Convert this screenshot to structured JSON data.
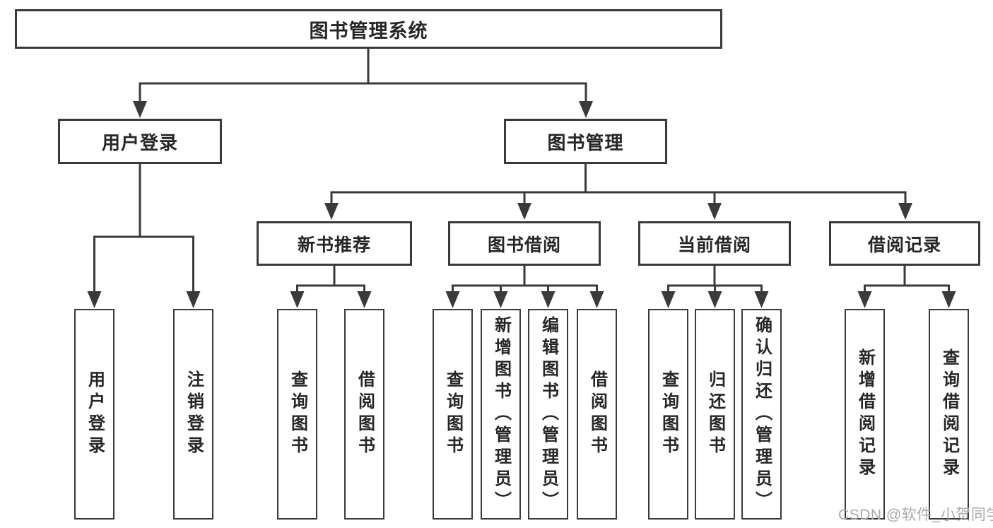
{
  "diagram_title": "图书管理系统",
  "tree": {
    "label": "图书管理系统",
    "children": [
      {
        "label": "用户登录",
        "children": [
          {
            "label": "用户登录"
          },
          {
            "label": "注销登录"
          }
        ]
      },
      {
        "label": "图书管理",
        "children": [
          {
            "label": "新书推荐",
            "children": [
              {
                "label": "查询图书"
              },
              {
                "label": "借阅图书"
              }
            ]
          },
          {
            "label": "图书借阅",
            "children": [
              {
                "label": "查询图书"
              },
              {
                "label": "新增图书（管理员）"
              },
              {
                "label": "编辑图书（管理员）"
              },
              {
                "label": "借阅图书"
              }
            ]
          },
          {
            "label": "当前借阅",
            "children": [
              {
                "label": "查询图书"
              },
              {
                "label": "归还图书"
              },
              {
                "label": "确认归还（管理员）"
              }
            ]
          },
          {
            "label": "借阅记录",
            "children": [
              {
                "label": "新增借阅记录"
              },
              {
                "label": "查询借阅记录"
              }
            ]
          }
        ]
      }
    ]
  },
  "watermark": {
    "text": "CSDN @软件_小贺同学"
  },
  "colors": {
    "line": "#3a3a3a",
    "box_border": "#3a3a3a",
    "text": "#262626",
    "watermark": "#a9a9a9",
    "background": "#ffffff"
  }
}
